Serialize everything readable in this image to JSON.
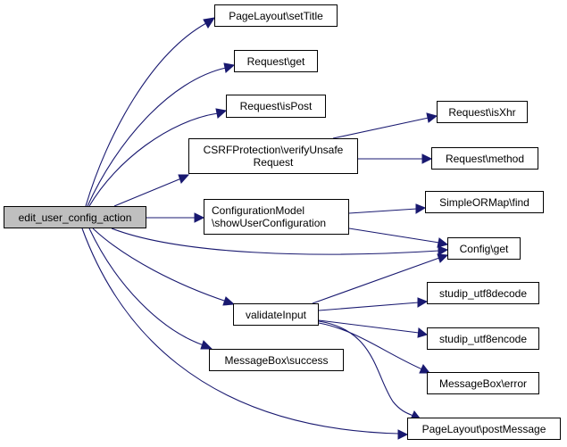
{
  "graph": {
    "type": "call-graph",
    "colors": {
      "edge": "#191970",
      "root_fill": "#bfbfbf",
      "node_fill": "#ffffff",
      "border": "#000000"
    },
    "nodes": {
      "root": {
        "label": "edit_user_config_action"
      },
      "setTitle": {
        "label": "PageLayout\\setTitle"
      },
      "requestGet": {
        "label": "Request\\get"
      },
      "isPost": {
        "label": "Request\\isPost"
      },
      "csrf": {
        "label": "CSRFProtection\\verifyUnsafe\nRequest"
      },
      "configModel": {
        "label": "ConfigurationModel\n\\showUserConfiguration"
      },
      "isXhr": {
        "label": "Request\\isXhr"
      },
      "method": {
        "label": "Request\\method"
      },
      "ormFind": {
        "label": "SimpleORMap\\find"
      },
      "configGet": {
        "label": "Config\\get"
      },
      "validateInput": {
        "label": "validateInput"
      },
      "utf8decode": {
        "label": "studip_utf8decode"
      },
      "utf8encode": {
        "label": "studip_utf8encode"
      },
      "msgError": {
        "label": "MessageBox\\error"
      },
      "msgSuccess": {
        "label": "MessageBox\\success"
      },
      "postMessage": {
        "label": "PageLayout\\postMessage"
      }
    },
    "edges": [
      [
        "root",
        "setTitle"
      ],
      [
        "root",
        "requestGet"
      ],
      [
        "root",
        "isPost"
      ],
      [
        "root",
        "csrf"
      ],
      [
        "root",
        "configModel"
      ],
      [
        "root",
        "configGet"
      ],
      [
        "root",
        "validateInput"
      ],
      [
        "root",
        "msgSuccess"
      ],
      [
        "root",
        "postMessage"
      ],
      [
        "csrf",
        "isXhr"
      ],
      [
        "csrf",
        "method"
      ],
      [
        "configModel",
        "ormFind"
      ],
      [
        "configModel",
        "configGet"
      ],
      [
        "validateInput",
        "configGet"
      ],
      [
        "validateInput",
        "utf8decode"
      ],
      [
        "validateInput",
        "utf8encode"
      ],
      [
        "validateInput",
        "msgError"
      ],
      [
        "validateInput",
        "postMessage"
      ]
    ]
  }
}
